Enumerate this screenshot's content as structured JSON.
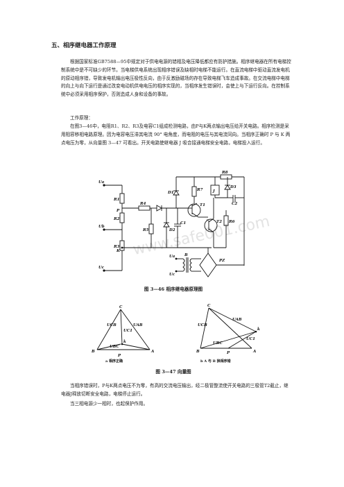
{
  "section_title": "五、相序继电器工作原理",
  "paragraph_1": "根据国家标准GB7588—95中规定对于供电电源的错相及电压降低都应有防护措施。相序继电器在所有电梯控制系统中是不可缺少的环节。当电梯供电系统出现相序错误及缺相时电梯不能运行。在直流电梯中驱动直流发电机的原动相序错，导致发电机输出电压极性反向，由于反激励磁场的存在导致电梯飞车造成事故。在交流电梯中电梯的向上与向下运行是通过改变电动机供电电压的相序实现的，当相序发生错误时，会使上与下运行反向。在控制系统中必须采用相序保护，否则造成人身和设备的事故。",
  "working_principle_label": "工作原理：",
  "paragraph_2": "在图3—46中，电阻R1、R2、R3及电容C1组成检测电路，由P与K两点输出电压给开关电路。相序检测是采用阻容移相电路原理。因为电容电压滞其电流 90° 电角度，而电阻的电压与其电流同向。当相序正确时 P 与 K 两点电压为零，从向量图 3—47 可看出。开关电路使继电器 J 吸合接通电梯安全电路，电梯投入运行。",
  "figure_1": {
    "caption": "图 3—46  相序继电器原理图",
    "labels": {
      "ua": "Ua",
      "ub": "Ub",
      "uc": "Uc",
      "r1": "R1",
      "r2": "R2",
      "r3": "R3",
      "r4": "R4",
      "r5": "R5",
      "r6": "R6",
      "r7": "R7",
      "r8": "R8",
      "c1": "C1",
      "c2": "C2",
      "d1": "D1",
      "d2": "D2",
      "d3": "D3",
      "t1": "T1",
      "t2": "T2",
      "p": "P",
      "k": "K",
      "j": "J",
      "b": "B",
      "pz": "PZ"
    }
  },
  "figure_2": {
    "caption": "图 3—47  向量图",
    "left": {
      "sub_caption": "a  相序正确",
      "labels": {
        "c": "C",
        "b": "B",
        "a": "A",
        "k": "k",
        "p": "P",
        "ucb": "UCB",
        "uab": "UAB",
        "ubc": "UBC",
        "uc1": "UC1"
      }
    },
    "right": {
      "sub_caption": "b  A 与 B 换相序错",
      "labels": {
        "c": "C",
        "b": "B",
        "a": "A",
        "k": "k",
        "p": "P",
        "ucb": "UCB",
        "uab": "UAB",
        "ubc": "UBC",
        "uc1": "UC1"
      }
    }
  },
  "paragraph_3": "当相序错误时，P与K两点电压不为零，有高的交流电压输出，经二极管整流使开关电路的三极管T2截止，继电器J释放切断安全电路，电梯停止运行。",
  "paragraph_4": "当三相电源少一相时，也起保护作用。",
  "watermark": "www.safe001.com"
}
